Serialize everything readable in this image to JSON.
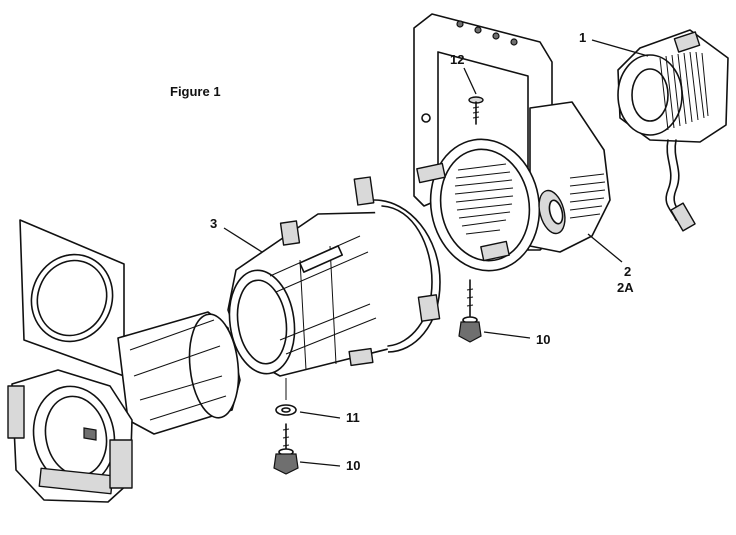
{
  "figure": {
    "title": "Figure 1"
  },
  "callouts": {
    "c1": "1",
    "c2": "2",
    "c2a": "2A",
    "c3": "3",
    "c10_top": "10",
    "c10_bottom": "10",
    "c11": "11",
    "c12": "12"
  },
  "colors": {
    "line": "#111111",
    "shade": "#d9d9d9",
    "dark": "#6f6f6f",
    "background": "#ffffff"
  }
}
